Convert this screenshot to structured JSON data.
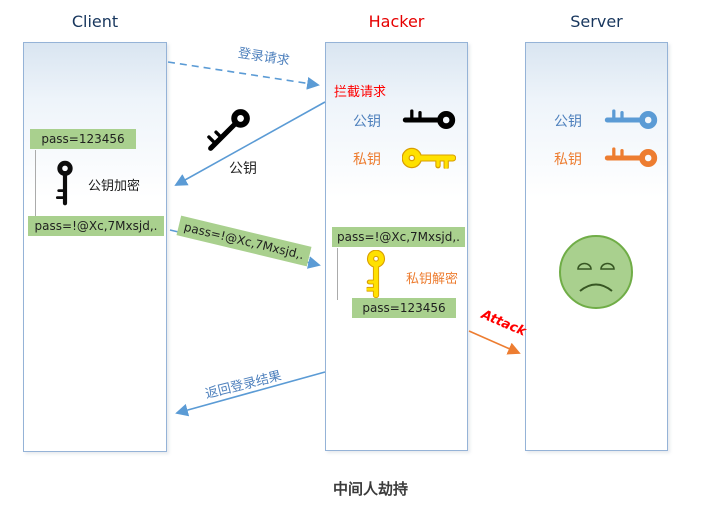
{
  "titles": {
    "client": "Client",
    "hacker": "Hacker",
    "server": "Server"
  },
  "client": {
    "pass_plain": "pass=123456",
    "encrypt_label": "公钥加密",
    "pass_encrypted": "pass=!@Xc,7Mxsjd,."
  },
  "hacker": {
    "intercept_label": "拦截请求",
    "public_key_label": "公钥",
    "private_key_label": "私钥",
    "pass_encrypted": "pass=!@Xc,7Mxsjd,.",
    "decrypt_label": "私钥解密",
    "pass_plain": "pass=123456"
  },
  "server": {
    "public_key_label": "公钥",
    "private_key_label": "私钥"
  },
  "flows": {
    "login_request": "登录请求",
    "public_key_send": "公钥",
    "encrypted_pass": "pass=!@Xc,7Mxsjd,.",
    "attack_label": "Attack",
    "return_result": "返回登录结果"
  },
  "caption": "中间人劫持",
  "colors": {
    "title_navy": "#17365d",
    "blue_accent": "#4f81bd",
    "arrow_blue": "#5b9bd5",
    "red": "#ff0000",
    "orange": "#ed7d31",
    "green_label_bg": "#a9d08e",
    "key_black": "#000000",
    "key_yellow": "#ffe100",
    "key_yellow_outline": "#d99e00",
    "key_blue": "#5b9bd5",
    "key_orange": "#ed7d31",
    "face_green_fill": "#a9d08e",
    "face_green_stroke": "#70ad47"
  }
}
